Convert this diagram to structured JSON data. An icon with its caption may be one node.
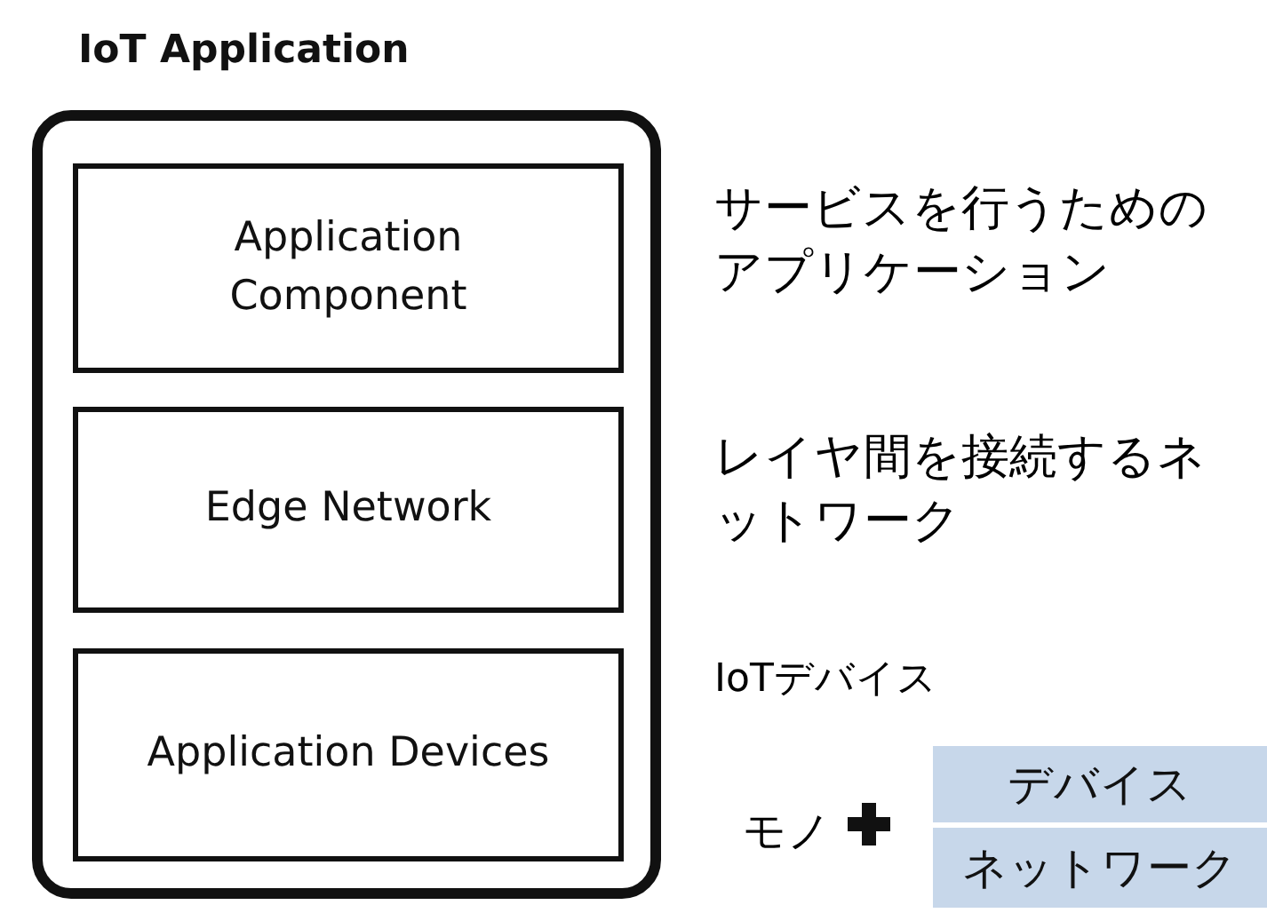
{
  "diagram": {
    "nodes": [
      {
        "text": [
          "IoT Application"
        ]
      },
      {
        "text": [
          "Application Component"
        ],
        "in": 0
      },
      {
        "text": [
          "Edge Network"
        ],
        "in": 0
      },
      {
        "text": [
          "Application Devices"
        ],
        "in": 0
      },
      {
        "text": [
          "デバイス"
        ]
      },
      {
        "text": [
          "ネットワーク"
        ]
      }
    ],
    "edges": [],
    "labels": [
      "サービスを行うためのアプリケーション",
      "レイヤ間を接続するネットワーク",
      "IoTデバイス",
      "モノ"
    ]
  }
}
